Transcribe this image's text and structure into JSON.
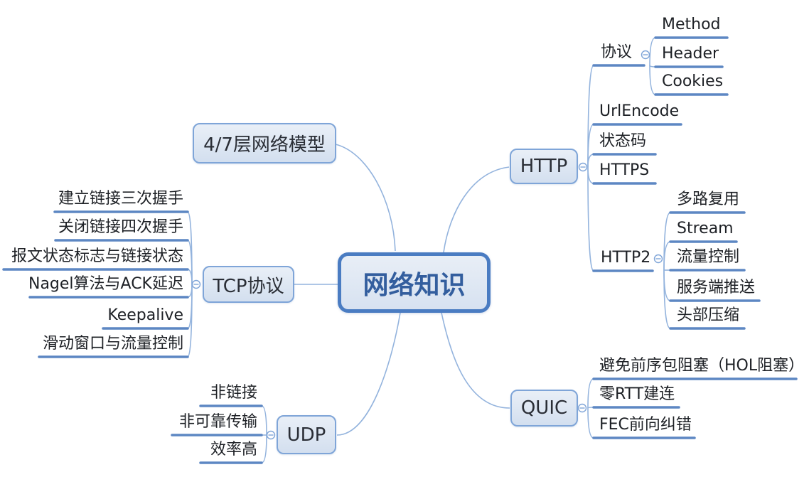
{
  "colors": {
    "center_border": "#4a7cc2",
    "center_text": "#335e9e",
    "node_border": "#7fa5d8",
    "underline": "#5d87c3",
    "connector": "#93b3dd",
    "topic_text": "#1d2025"
  },
  "map": {
    "center": {
      "label": "网络知识"
    },
    "branches": [
      {
        "label": "4/7层网络模型",
        "children": []
      },
      {
        "label": "TCP协议",
        "children": [
          {
            "label": "建立链接三次握手"
          },
          {
            "label": "关闭链接四次握手"
          },
          {
            "label": "报文状态标志与链接状态"
          },
          {
            "label": "Nagel算法与ACK延迟"
          },
          {
            "label": "Keepalive"
          },
          {
            "label": "滑动窗口与流量控制"
          }
        ]
      },
      {
        "label": "UDP",
        "children": [
          {
            "label": "非链接"
          },
          {
            "label": "非可靠传输"
          },
          {
            "label": "效率高"
          }
        ]
      },
      {
        "label": "HTTP",
        "children": [
          {
            "label": "协议",
            "children": [
              {
                "label": "Method"
              },
              {
                "label": "Header"
              },
              {
                "label": "Cookies"
              }
            ]
          },
          {
            "label": "UrlEncode"
          },
          {
            "label": "状态码"
          },
          {
            "label": "HTTPS"
          },
          {
            "label": "HTTP2",
            "children": [
              {
                "label": "多路复用"
              },
              {
                "label": "Stream"
              },
              {
                "label": "流量控制"
              },
              {
                "label": "服务端推送"
              },
              {
                "label": "头部压缩"
              }
            ]
          }
        ]
      },
      {
        "label": "QUIC",
        "children": [
          {
            "label": "避免前序包阻塞（HOL阻塞）"
          },
          {
            "label": "零RTT建连"
          },
          {
            "label": "FEC前向纠错"
          }
        ]
      }
    ]
  }
}
